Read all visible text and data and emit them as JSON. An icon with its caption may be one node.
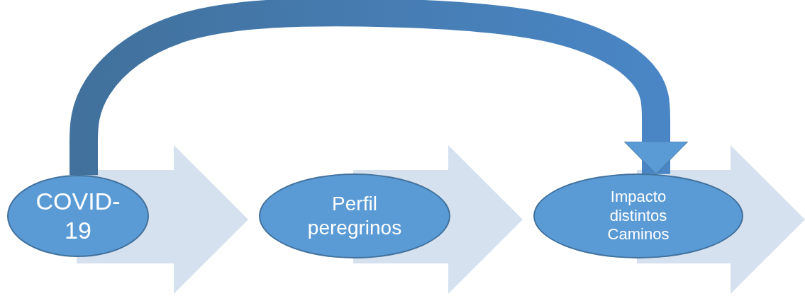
{
  "diagram": {
    "nodes": [
      {
        "text": [
          "COVID-19"
        ]
      },
      {
        "text": [
          "Perfil peregrinos"
        ]
      },
      {
        "text": [
          "Impacto distintos Caminos"
        ]
      }
    ],
    "edges": [
      {
        "from": 0,
        "to": 2,
        "arrow": "to",
        "style": "thick",
        "color": "#4a86c5"
      },
      {
        "from": 0,
        "to": 1,
        "arrow": "to",
        "style": "thick"
      },
      {
        "from": 1,
        "to": 2,
        "arrow": "to",
        "style": "thick"
      },
      {
        "from": 2,
        "to": null,
        "arrow": "to",
        "style": "thick"
      }
    ]
  }
}
